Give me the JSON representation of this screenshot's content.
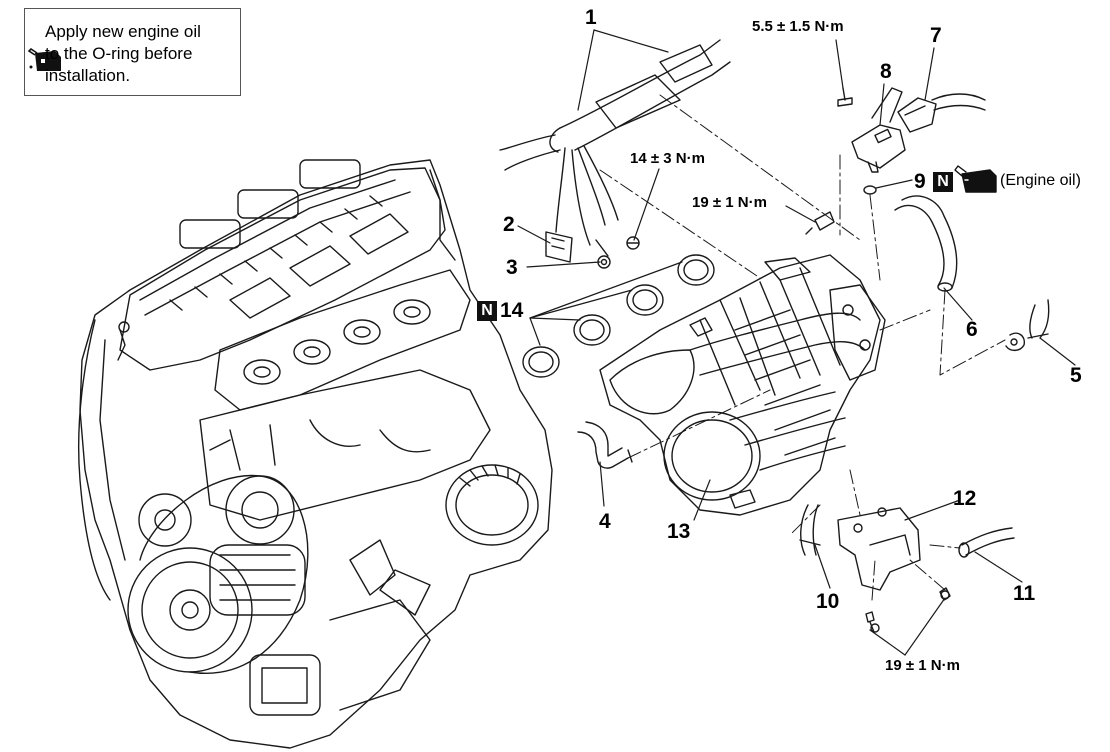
{
  "note": {
    "text_line1": "Apply new engine oil",
    "text_line2": "to the O-ring before",
    "text_line3": "installation.",
    "icon": "oil-can-icon"
  },
  "callouts": {
    "c1": "1",
    "c2": "2",
    "c3": "3",
    "c4": "4",
    "c5": "5",
    "c6": "6",
    "c7": "7",
    "c8": "8",
    "c9": "9",
    "c10": "10",
    "c11": "11",
    "c12": "12",
    "c13": "13",
    "c14": "14"
  },
  "torques": {
    "t1": "5.5 ± 1.5 N·m",
    "t2": "14 ± 3 N·m",
    "t3": "19 ± 1 N·m",
    "t4": "19 ± 1 N·m"
  },
  "badges": {
    "new_part": "N"
  },
  "engine_oil_label": "(Engine oil)",
  "colors": {
    "line": "#1a1a1a",
    "badge_bg": "#111111"
  }
}
